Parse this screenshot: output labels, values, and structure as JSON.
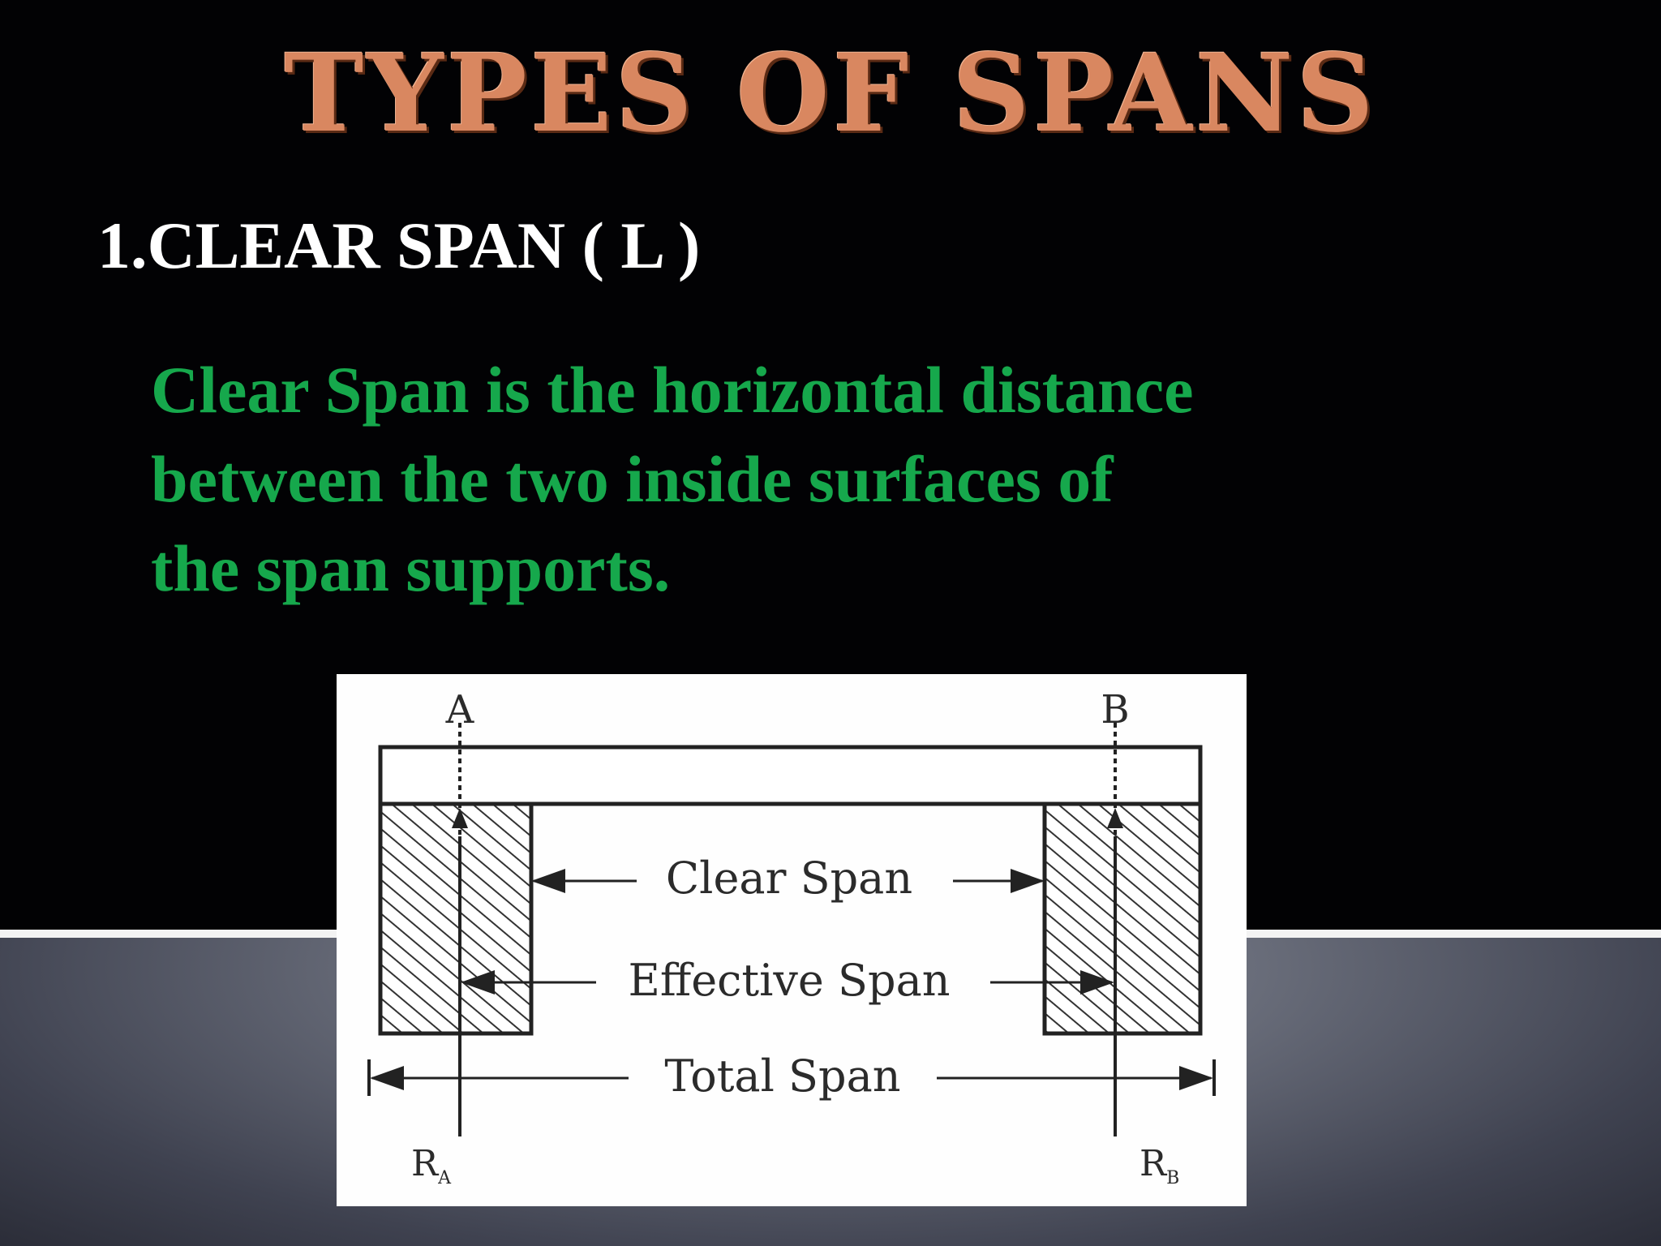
{
  "slide": {
    "title": "TYPES OF SPANS",
    "heading": "1.CLEAR SPAN ( L )",
    "definition_lines": [
      "Clear Span is the horizontal distance",
      "between the two inside surfaces of",
      "the span supports."
    ]
  },
  "diagram": {
    "label_a": "A",
    "label_b": "B",
    "clear_span": "Clear Span",
    "effective_span": "Effective Span",
    "total_span": "Total Span",
    "reaction_a": "R",
    "reaction_a_sub": "A",
    "reaction_b": "R",
    "reaction_b_sub": "B"
  },
  "colors": {
    "title": "#d98760",
    "heading": "#ffffff",
    "definition": "#16a84c",
    "background": "#020204"
  }
}
